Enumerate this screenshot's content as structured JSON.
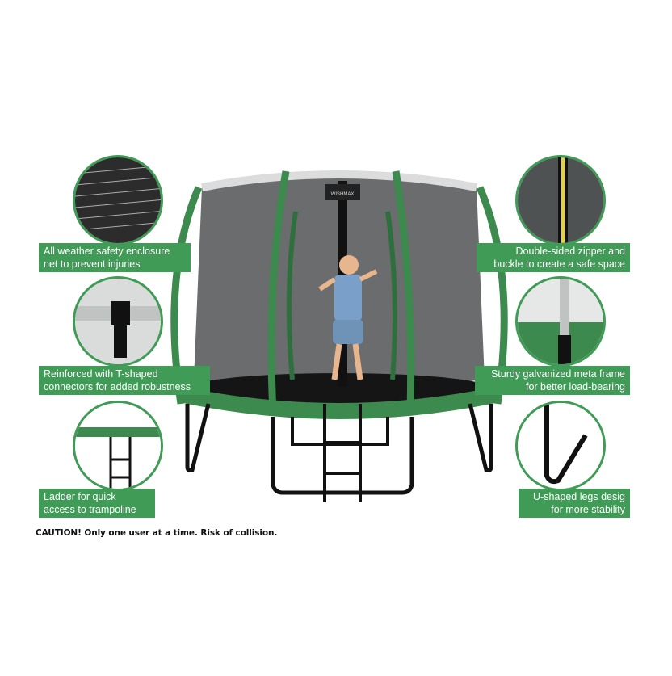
{
  "brand": "WISHMAX",
  "callouts": {
    "net": {
      "line1": "All weather safety  enclosure",
      "line2": "net to prevent injuries",
      "icon": "net-mesh"
    },
    "connector": {
      "line1": "Reinforced with T-shaped",
      "line2": "connectors for added robustness",
      "icon": "t-connector"
    },
    "ladder": {
      "line1": "Ladder for quick",
      "line2": "access to trampoline",
      "icon": "ladder"
    },
    "zipper": {
      "line1": "Double-sided zipper and",
      "line2": "buckle to create a safe space",
      "icon": "zipper"
    },
    "frame": {
      "line1": "Sturdy galvanized meta frame",
      "line2": "for better load-bearing",
      "icon": "frame-pole"
    },
    "legs": {
      "line1": "U-shaped legs desig",
      "line2": "for more stability",
      "icon": "u-leg"
    }
  },
  "caution": "CAUTION! Only one user at a time. Risk of collision.",
  "colors": {
    "accent": "#3f9b55",
    "pad": "#3c8a4e",
    "frame": "#1a1a1a",
    "net": "#5a5c5d"
  }
}
